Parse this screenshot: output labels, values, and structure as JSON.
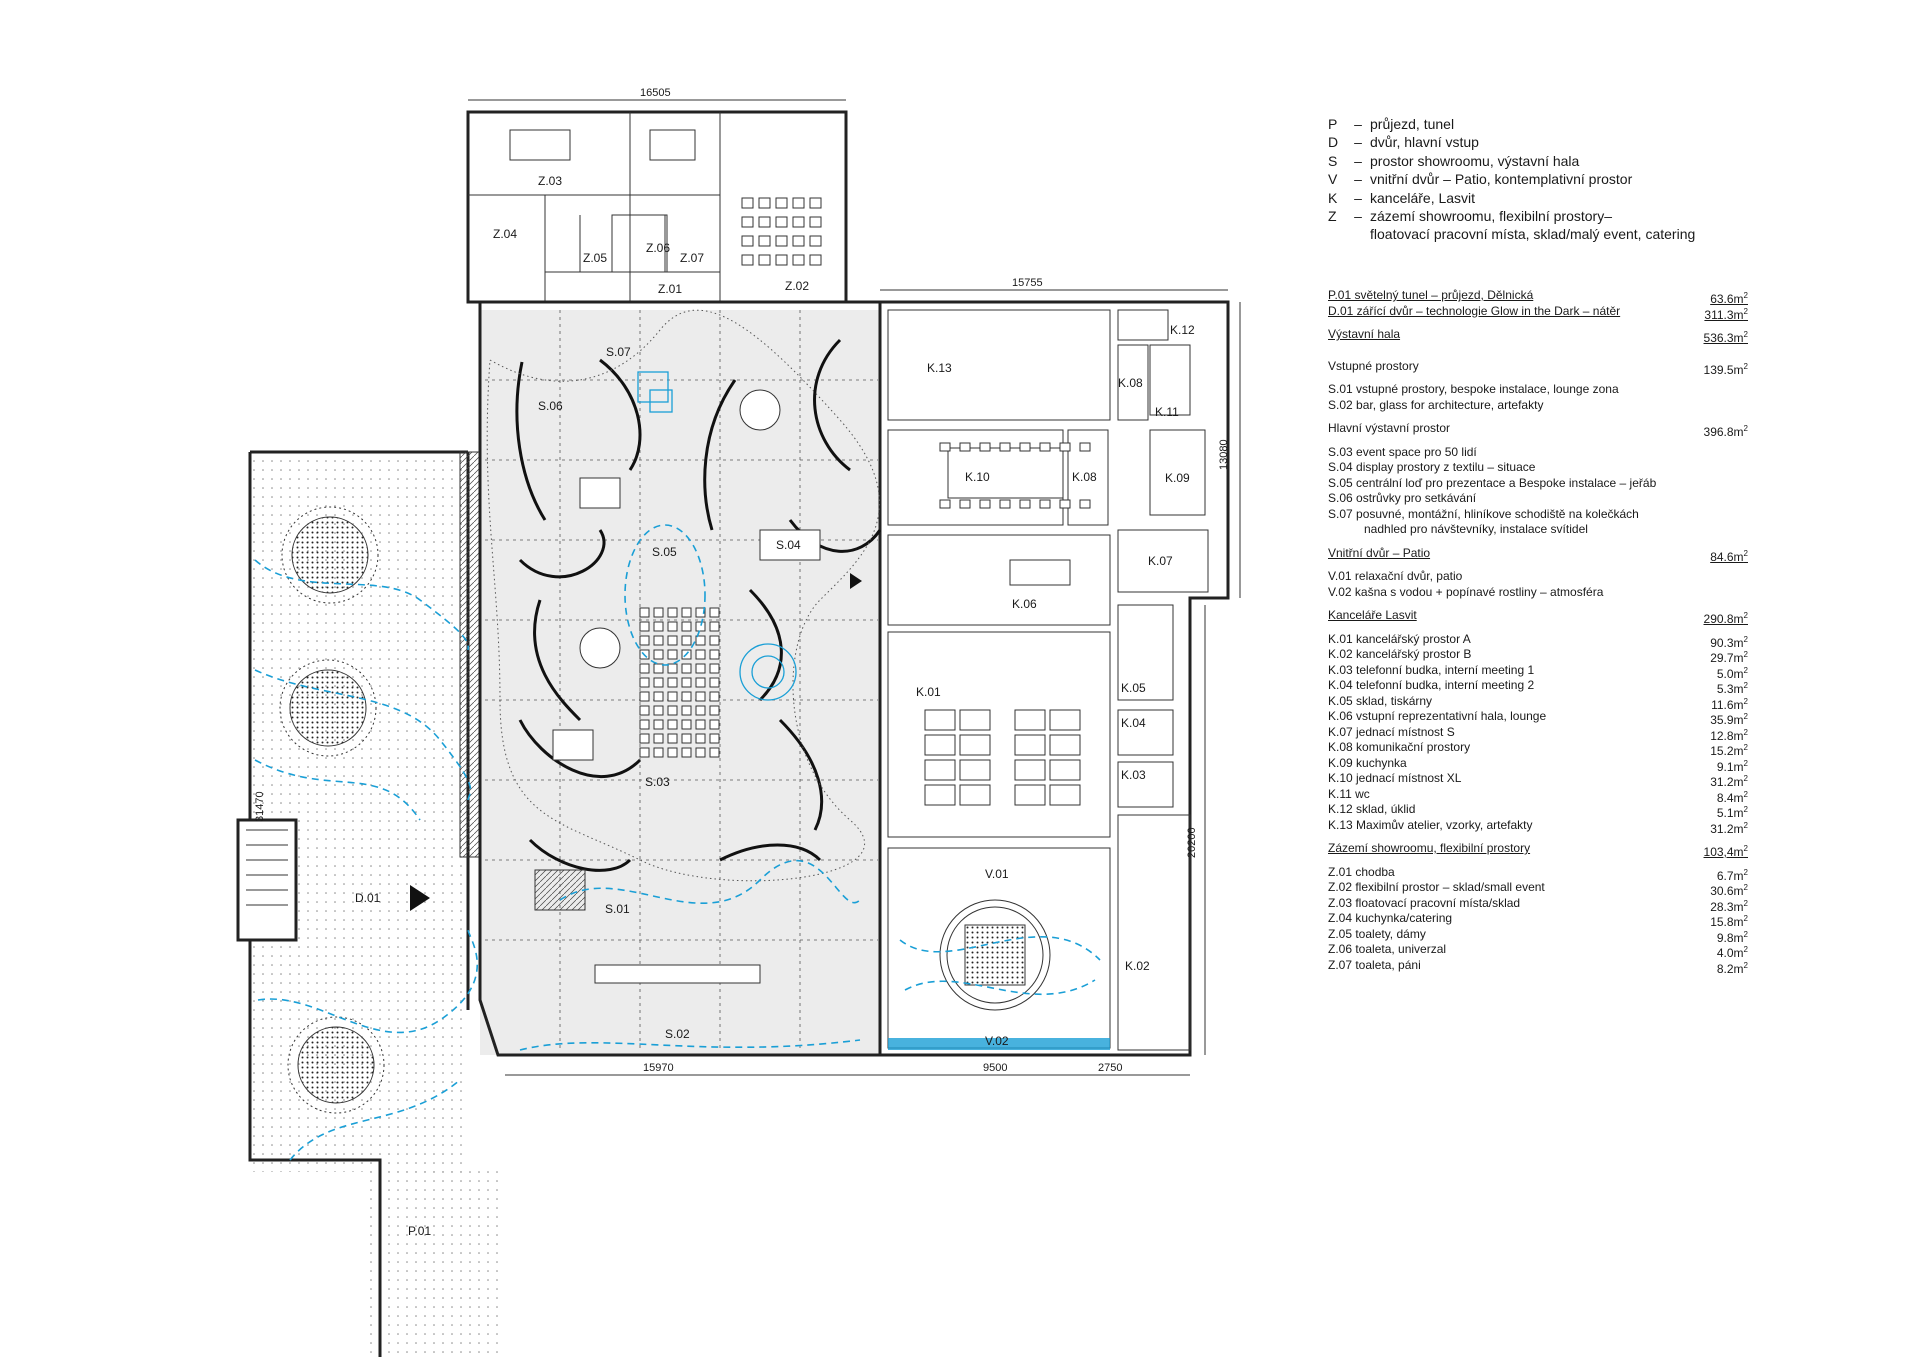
{
  "dimensions": {
    "top_width": "16505",
    "right_top_width": "15755",
    "right_height": "13080",
    "right_lower_height": "20200",
    "left_height": "31470",
    "bottom_1": "15970",
    "bottom_2": "9500",
    "bottom_3": "2750"
  },
  "rooms": {
    "Z03": "Z.03",
    "Z04": "Z.04",
    "Z05": "Z.05",
    "Z06": "Z.06",
    "Z07": "Z.07",
    "Z01": "Z.01",
    "Z02": "Z.02",
    "S07": "S.07",
    "S06": "S.06",
    "S05": "S.05",
    "S04": "S.04",
    "S03": "S.03",
    "S01": "S.01",
    "S02": "S.02",
    "K13": "K.13",
    "K12": "K.12",
    "K08a": "K.08",
    "K11": "K.11",
    "K10": "K.10",
    "K08b": "K.08",
    "K09": "K.09",
    "K07": "K.07",
    "K06": "K.06",
    "K01": "K.01",
    "K05": "K.05",
    "K04": "K.04",
    "K03": "K.03",
    "K02": "K.02",
    "V01": "V.01",
    "V02": "V.02",
    "D01": "D.01",
    "P01": "P.01"
  },
  "legend": [
    {
      "key": "P",
      "text": "průjezd, tunel"
    },
    {
      "key": "D",
      "text": "dvůr, hlavní vstup"
    },
    {
      "key": "S",
      "text": "prostor showroomu, výstavní hala"
    },
    {
      "key": "V",
      "text": "vnitřní dvůr – Patio, kontemplativní prostor"
    },
    {
      "key": "K",
      "text": "kanceláře, Lasvit"
    },
    {
      "key": "Z",
      "text": "zázemí showroomu, flexibilní prostory–"
    }
  ],
  "legend_cont": "floatovací pracovní místa, sklad/malý event, catering",
  "areas": {
    "p01": {
      "label": "P.01  světelný tunel – průjezd, Dělnická",
      "value": "63.6m",
      "unit": "2"
    },
    "d01": {
      "label": "D.01  zářící dvůr – technologie Glow in the Dark – nátěr",
      "value": "311.3m",
      "unit": "2"
    },
    "hall": {
      "label": "Výstavní hala",
      "value": "536.3m",
      "unit": "2"
    },
    "entry": {
      "label": "Vstupné prostory",
      "value": "139.5m",
      "unit": "2"
    },
    "entry_items": [
      "S.01  vstupné prostory, bespoke instalace, lounge zona",
      "S.02  bar, glass for architecture, artefakty"
    ],
    "main": {
      "label": "Hlavní výstavní prostor",
      "value": "396.8m",
      "unit": "2"
    },
    "main_items": [
      "S.03  event space pro 50 lidí",
      "S.04  display prostory z textilu – situace",
      "S.05  centrální loď pro prezentace a Bespoke instalace – jeřáb",
      "S.06  ostrůvky pro setkávání",
      "S.07  posuvné, montážní, hliníkove schodiště na kolečkách",
      "nadhled pro návštevníky, instalace svítidel"
    ],
    "patio": {
      "label": "Vnitřní dvůr – Patio",
      "value": "84.6m",
      "unit": "2"
    },
    "patio_items": [
      "V.01  relaxační dvůr, patio",
      "V.02  kašna s vodou + popínavé rostliny – atmosféra"
    ],
    "offices": {
      "label": "Kanceláře Lasvit",
      "value": "290.8m",
      "unit": "2"
    },
    "office_items": [
      {
        "label": "K.01  kancelářský prostor A",
        "value": "90.3m"
      },
      {
        "label": "K.02  kancelářský prostor B",
        "value": "29.7m"
      },
      {
        "label": "K.03  telefonní budka, interní meeting 1",
        "value": "5.0m"
      },
      {
        "label": "K.04  telefonní budka, interní meeting 2",
        "value": "5.3m"
      },
      {
        "label": "K.05  sklad, tiskárny",
        "value": "11.6m"
      },
      {
        "label": "K.06  vstupní reprezentativní hala, lounge",
        "value": "35.9m"
      },
      {
        "label": "K.07  jednací místnost S",
        "value": "12.8m"
      },
      {
        "label": "K.08  komunikační prostory",
        "value": "15.2m"
      },
      {
        "label": "K.09  kuchynka",
        "value": "9.1m"
      },
      {
        "label": "K.10  jednací místnost XL",
        "value": "31.2m"
      },
      {
        "label": "K.11  wc",
        "value": "8.4m"
      },
      {
        "label": "K.12  sklad, úklid",
        "value": "5.1m"
      },
      {
        "label": "K.13  Maximův atelier, vzorky, artefakty",
        "value": "31.2m"
      }
    ],
    "backstage": {
      "label": "Zázemí showroomu, flexibilní prostory",
      "value": "103,4m",
      "unit": "2"
    },
    "backstage_items": [
      {
        "label": "Z.01  chodba",
        "value": "6.7m"
      },
      {
        "label": "Z.02  flexibilní prostor – sklad/small event",
        "value": "30.6m"
      },
      {
        "label": "Z.03  floatovací pracovní místa/sklad",
        "value": "28.3m"
      },
      {
        "label": "Z.04  kuchynka/catering",
        "value": "15.8m"
      },
      {
        "label": "Z.05  toalety, dámy",
        "value": "9.8m"
      },
      {
        "label": "Z.06  toaleta, univerzal",
        "value": "4.0m"
      },
      {
        "label": "Z.07  toaleta, páni",
        "value": "8.2m"
      }
    ],
    "sq": "2"
  },
  "colors": {
    "water": "#1a9fd6",
    "ink": "#222222",
    "hall_fill": "#ececec"
  }
}
